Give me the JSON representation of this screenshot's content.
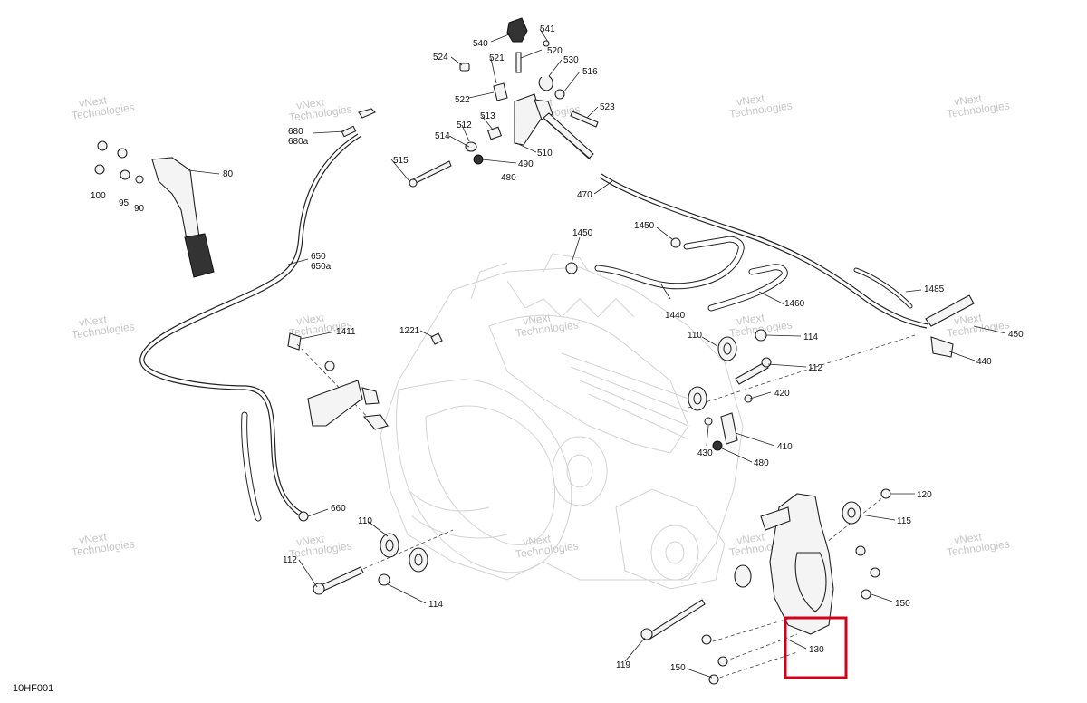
{
  "diagram": {
    "ref_code": "10HF001",
    "watermark_line1": "vNext",
    "watermark_line2": "Technologies",
    "highlight_color": "#d0021b",
    "labels": {
      "l540": "540",
      "l541": "541",
      "l520": "520",
      "l524": "524",
      "l521": "521",
      "l530": "530",
      "l516": "516",
      "l522": "522",
      "l523": "523",
      "l513": "513",
      "l512": "512",
      "l514": "514",
      "l510": "510",
      "l490": "490",
      "l480a": "480",
      "l515": "515",
      "l470": "470",
      "l680": "680",
      "l680a": "680a",
      "l80": "80",
      "l100": "100",
      "l95": "95",
      "l90": "90",
      "l650": "650",
      "l650a": "650a",
      "l1450a": "1450",
      "l1450b": "1450",
      "l1440": "1440",
      "l1460": "1460",
      "l1485": "1485",
      "l450": "450",
      "l440": "440",
      "l1221": "1221",
      "l1411": "1411",
      "l110a": "110",
      "l114a": "114",
      "l112a": "112",
      "l420": "420",
      "l410": "410",
      "l430": "430",
      "l480b": "480",
      "l120": "120",
      "l115": "115",
      "l150a": "150",
      "l660": "660",
      "l110b": "110",
      "l112b": "112",
      "l114b": "114",
      "l119": "119",
      "l130": "130",
      "l150b": "150"
    }
  }
}
